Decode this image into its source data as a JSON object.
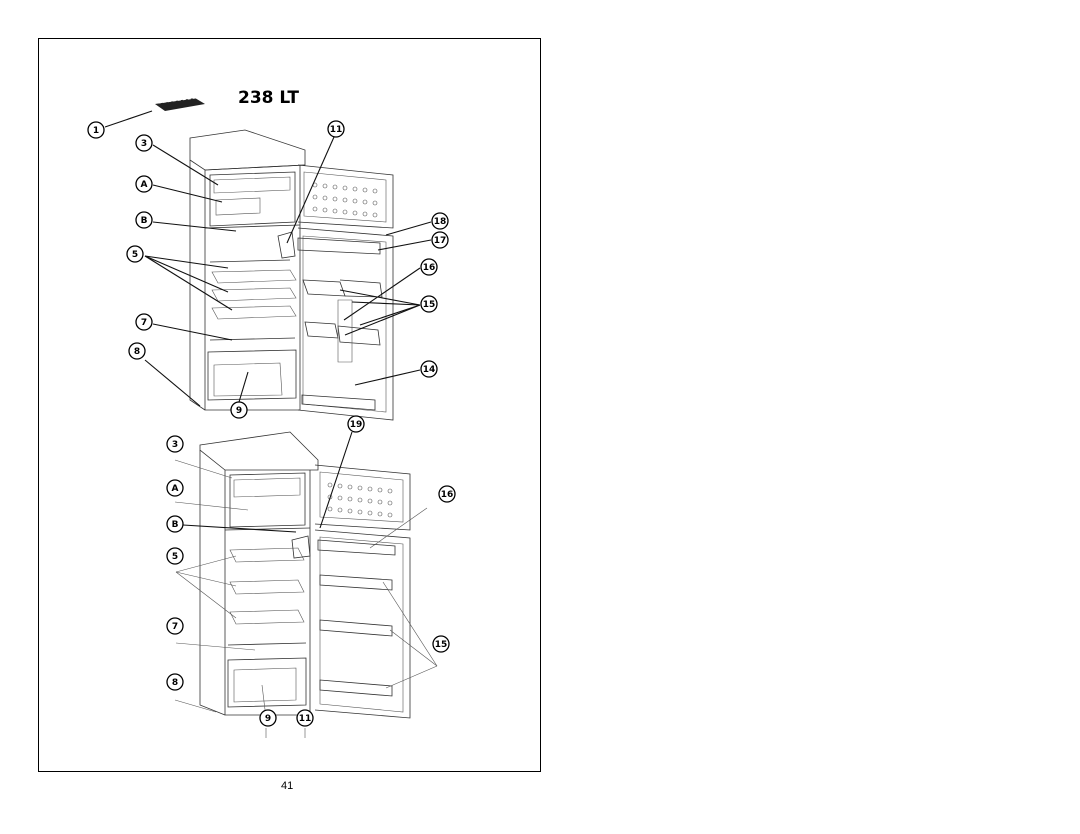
{
  "title": "238 LT",
  "page_number": "41",
  "callouts_top": [
    "1",
    "3",
    "A",
    "B",
    "5",
    "7",
    "8",
    "9",
    "11",
    "18",
    "17",
    "16",
    "15",
    "14",
    "19"
  ],
  "callouts_bottom": [
    "3",
    "A",
    "B",
    "5",
    "7",
    "8",
    "9",
    "11",
    "16",
    "15"
  ]
}
